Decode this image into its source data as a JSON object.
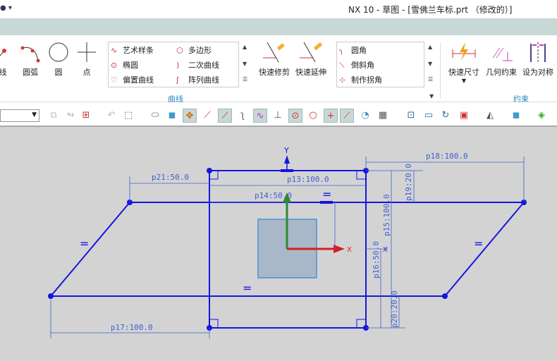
{
  "title": "NX 10 - 草图 - [雪佛兰车标.prt （修改的）]",
  "ribbon": {
    "big_left": [
      {
        "label": "线"
      },
      {
        "label": "圆弧"
      },
      {
        "label": "圆"
      },
      {
        "label": "点"
      }
    ],
    "curve_gallery": [
      {
        "label": "艺术样条"
      },
      {
        "label": "多边形"
      },
      {
        "label": "椭圆"
      },
      {
        "label": "二次曲线"
      },
      {
        "label": "偏置曲线"
      },
      {
        "label": "阵列曲线"
      }
    ],
    "edit": [
      {
        "label": "快速修剪"
      },
      {
        "label": "快速延伸"
      }
    ],
    "corner_gallery": [
      {
        "label": "圆角"
      },
      {
        "label": "倒斜角"
      },
      {
        "label": "制作拐角"
      }
    ],
    "constraints": [
      {
        "label": "快速尺寸"
      },
      {
        "label": "几何约束"
      },
      {
        "label": "设为对称"
      }
    ],
    "group_curve": "曲线",
    "group_constraint": "约束"
  },
  "sketch": {
    "axis_y": "Y",
    "axis_x": "X",
    "equal": "=",
    "dimensions": {
      "p21": "p21:50.0",
      "p13": "p13:100.0",
      "p14": "p14:50.0",
      "p18": "p18:100.0",
      "p19": "p19:20.0",
      "p15": "p15:100.0",
      "p16": "p16:50.0",
      "p20": "p20:20.0",
      "p17": "p17:100.0"
    }
  },
  "colors": {
    "sketch": "#1515e0",
    "dim": "#4060d0",
    "canvas": "#d3d3d3",
    "band": "#c8d9d5"
  }
}
